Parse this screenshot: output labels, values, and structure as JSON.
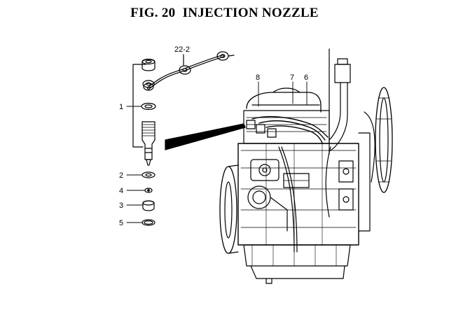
{
  "figure": {
    "title": "FIG. 20  INJECTION NOZZLE"
  },
  "callouts": {
    "pipe": "22-2",
    "c1": "1",
    "c2": "2",
    "c3": "3",
    "c4": "4",
    "c5": "5",
    "c6": "6",
    "c7": "7",
    "c8": "8"
  },
  "colors": {
    "ink": "#000000",
    "paper": "#ffffff"
  }
}
